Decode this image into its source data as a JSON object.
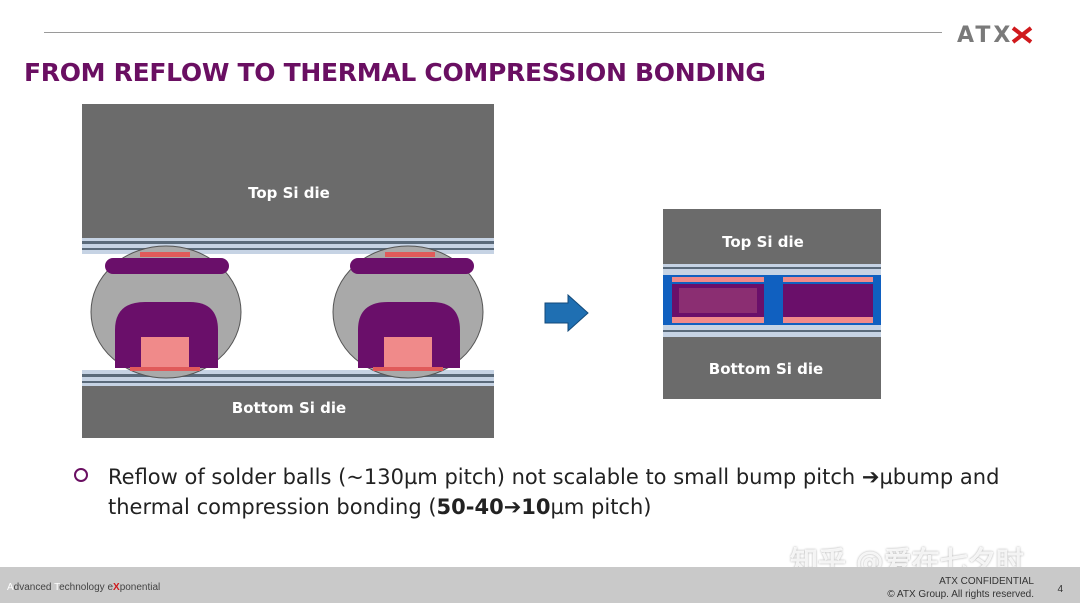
{
  "header": {
    "logo_text": "ATX",
    "title": "FROM REFLOW TO THERMAL COMPRESSION BONDING"
  },
  "diagram": {
    "reflow": {
      "top_die_label": "Top Si die",
      "bottom_die_label": "Bottom Si die"
    },
    "tcb": {
      "top_die_label": "Top Si die",
      "bottom_die_label": "Bottom Si die"
    },
    "arrow_icon": "right-arrow-icon",
    "colors": {
      "die_gray": "#6b6b6b",
      "solder_ball": "#a9a9a9",
      "pillar_purple": "#6a0f6a",
      "pad_pink": "#f08a8a",
      "underfill_blue": "#1060c0",
      "arrow_blue": "#1f6fb2"
    }
  },
  "bullet": {
    "line1": "Reflow of solder balls (~130µm pitch) not scalable to small bump pitch ➔µbump and",
    "line2_pre": "thermal compression bonding (",
    "line2_bold": "50-40➔10",
    "line2_post": "µm pitch)"
  },
  "footer": {
    "tagline_a": "A",
    "tagline_1": "dvanced ",
    "tagline_t": "T",
    "tagline_2": "echnology e",
    "tagline_x": "X",
    "tagline_3": "ponential",
    "confidential": "ATX CONFIDENTIAL",
    "copyright": "© ATX Group. All rights reserved.",
    "page_number": "4"
  },
  "watermark": "知乎 @爱在七夕时"
}
